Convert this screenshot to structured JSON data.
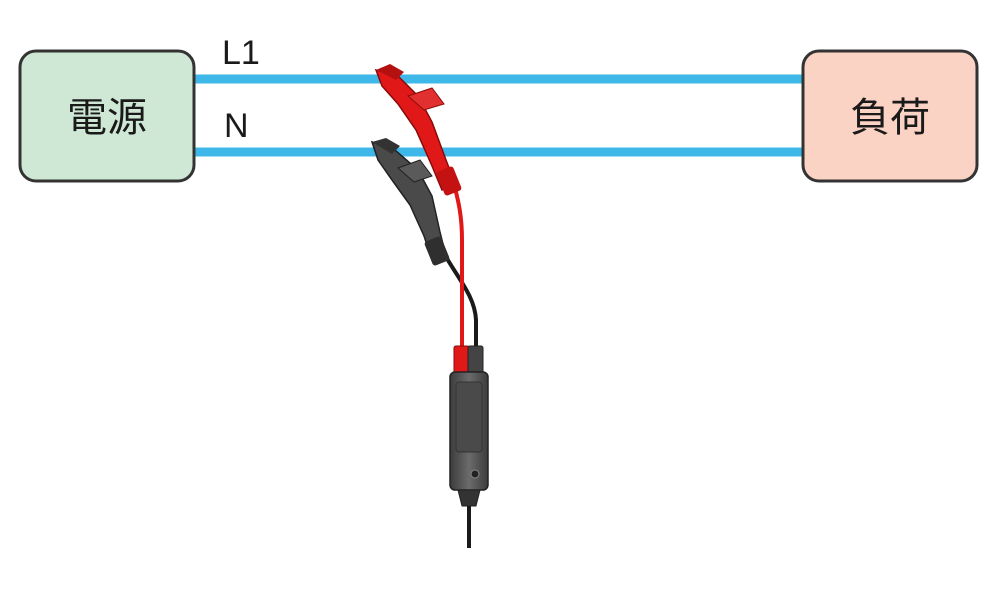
{
  "labels": {
    "source": "電源",
    "load": "負荷",
    "line": "L1",
    "neutral": "N"
  },
  "colors": {
    "wire": "#3db8e8",
    "source_fill": "#cfe8d5",
    "load_fill": "#fbd3c5",
    "box_stroke": "#333333",
    "probe_red": "#e01818",
    "probe_black": "#4a4a4a",
    "probe_body": "#555555",
    "cable": "#1a1a1a"
  }
}
